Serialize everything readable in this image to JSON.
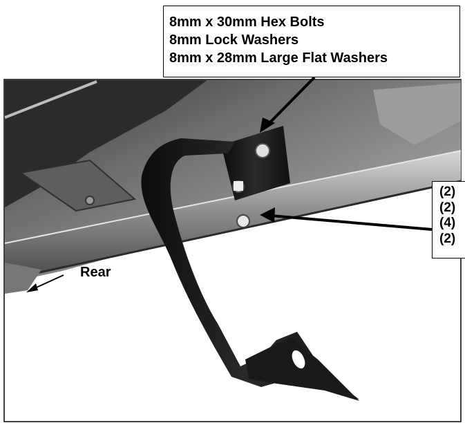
{
  "hardware_callout": {
    "lines": [
      "8mm x 30mm Hex Bolts",
      "8mm Lock Washers",
      "8mm x 28mm Large Flat Washers"
    ]
  },
  "quantity_callout": {
    "lines": [
      "(2)",
      "(2)",
      "(4)",
      "(2)"
    ]
  },
  "direction_label": "Rear"
}
